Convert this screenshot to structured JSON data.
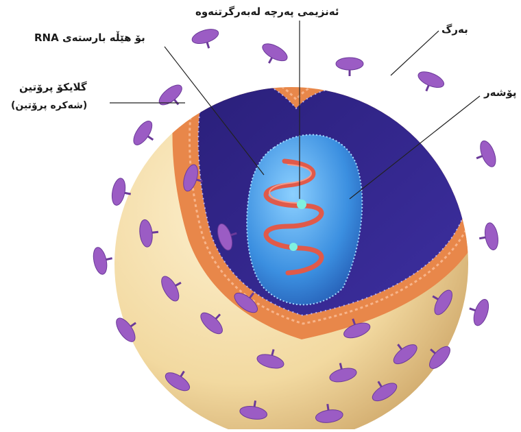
{
  "labels": {
    "reverse_transcriptase": "ئەنزیمی پەرچە لەبەرگرتنەوە",
    "rna_template": "بۆ هێڵە بارستەی RNA",
    "envelope": "بەرگ",
    "glycoprotein_line1": "گلایکۆ پرۆتین",
    "glycoprotein_line2": "(شەکرە پرۆتین)",
    "capsid": "پۆشەر"
  },
  "colors": {
    "membrane_cream": "#f2d9a0",
    "membrane_shadow": "#d9b978",
    "lipid_orange": "#e8874a",
    "interior_purple": "#3a2a8c",
    "capsid_blue": "#3b8fe0",
    "rna_red": "#e05a4a",
    "spike_purple": "#9b5cc4"
  }
}
